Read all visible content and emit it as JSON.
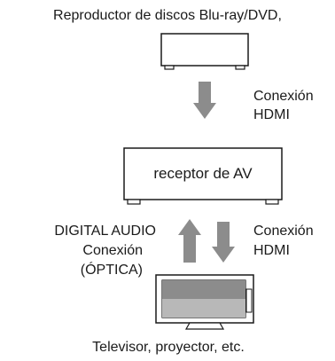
{
  "devices": {
    "player": {
      "label": "Reproductor de discos Blu-ray/DVD,"
    },
    "receiver": {
      "label": "receptor de AV"
    },
    "tv": {
      "label": "Televisor, proyector, etc."
    }
  },
  "connections": {
    "player_to_receiver": {
      "line1": "Conexión",
      "line2": "HDMI"
    },
    "receiver_to_tv": {
      "line1": "Conexión",
      "line2": "HDMI"
    },
    "tv_to_receiver": {
      "line1": "DIGITAL AUDIO",
      "line2": "Conexión",
      "line3": "(ÓPTICA)"
    }
  },
  "colors": {
    "arrow": "#8c8c8c",
    "stroke": "#1a1a1a"
  }
}
